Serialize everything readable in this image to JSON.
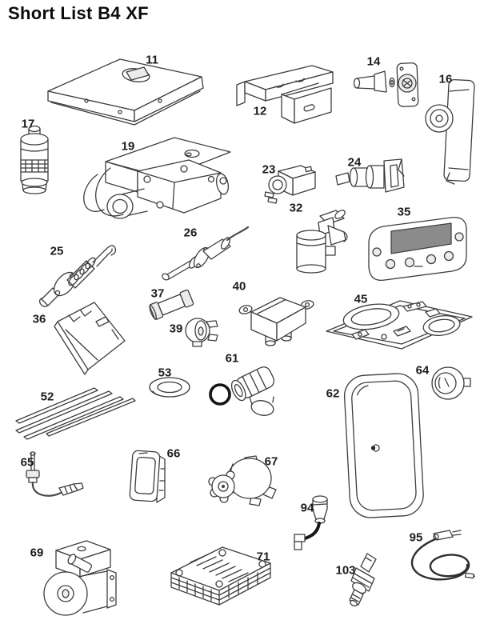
{
  "title": "Short List B4 XF",
  "parts": [
    {
      "number": "11"
    },
    {
      "number": "12"
    },
    {
      "number": "14"
    },
    {
      "number": "16"
    },
    {
      "number": "17"
    },
    {
      "number": "19"
    },
    {
      "number": "23"
    },
    {
      "number": "24"
    },
    {
      "number": "25"
    },
    {
      "number": "26"
    },
    {
      "number": "32"
    },
    {
      "number": "35"
    },
    {
      "number": "36"
    },
    {
      "number": "37"
    },
    {
      "number": "39"
    },
    {
      "number": "40"
    },
    {
      "number": "45"
    },
    {
      "number": "52"
    },
    {
      "number": "53"
    },
    {
      "number": "61"
    },
    {
      "number": "62"
    },
    {
      "number": "64"
    },
    {
      "number": "65"
    },
    {
      "number": "66"
    },
    {
      "number": "67"
    },
    {
      "number": "69"
    },
    {
      "number": "71"
    },
    {
      "number": "94"
    },
    {
      "number": "95"
    },
    {
      "number": "103"
    }
  ]
}
